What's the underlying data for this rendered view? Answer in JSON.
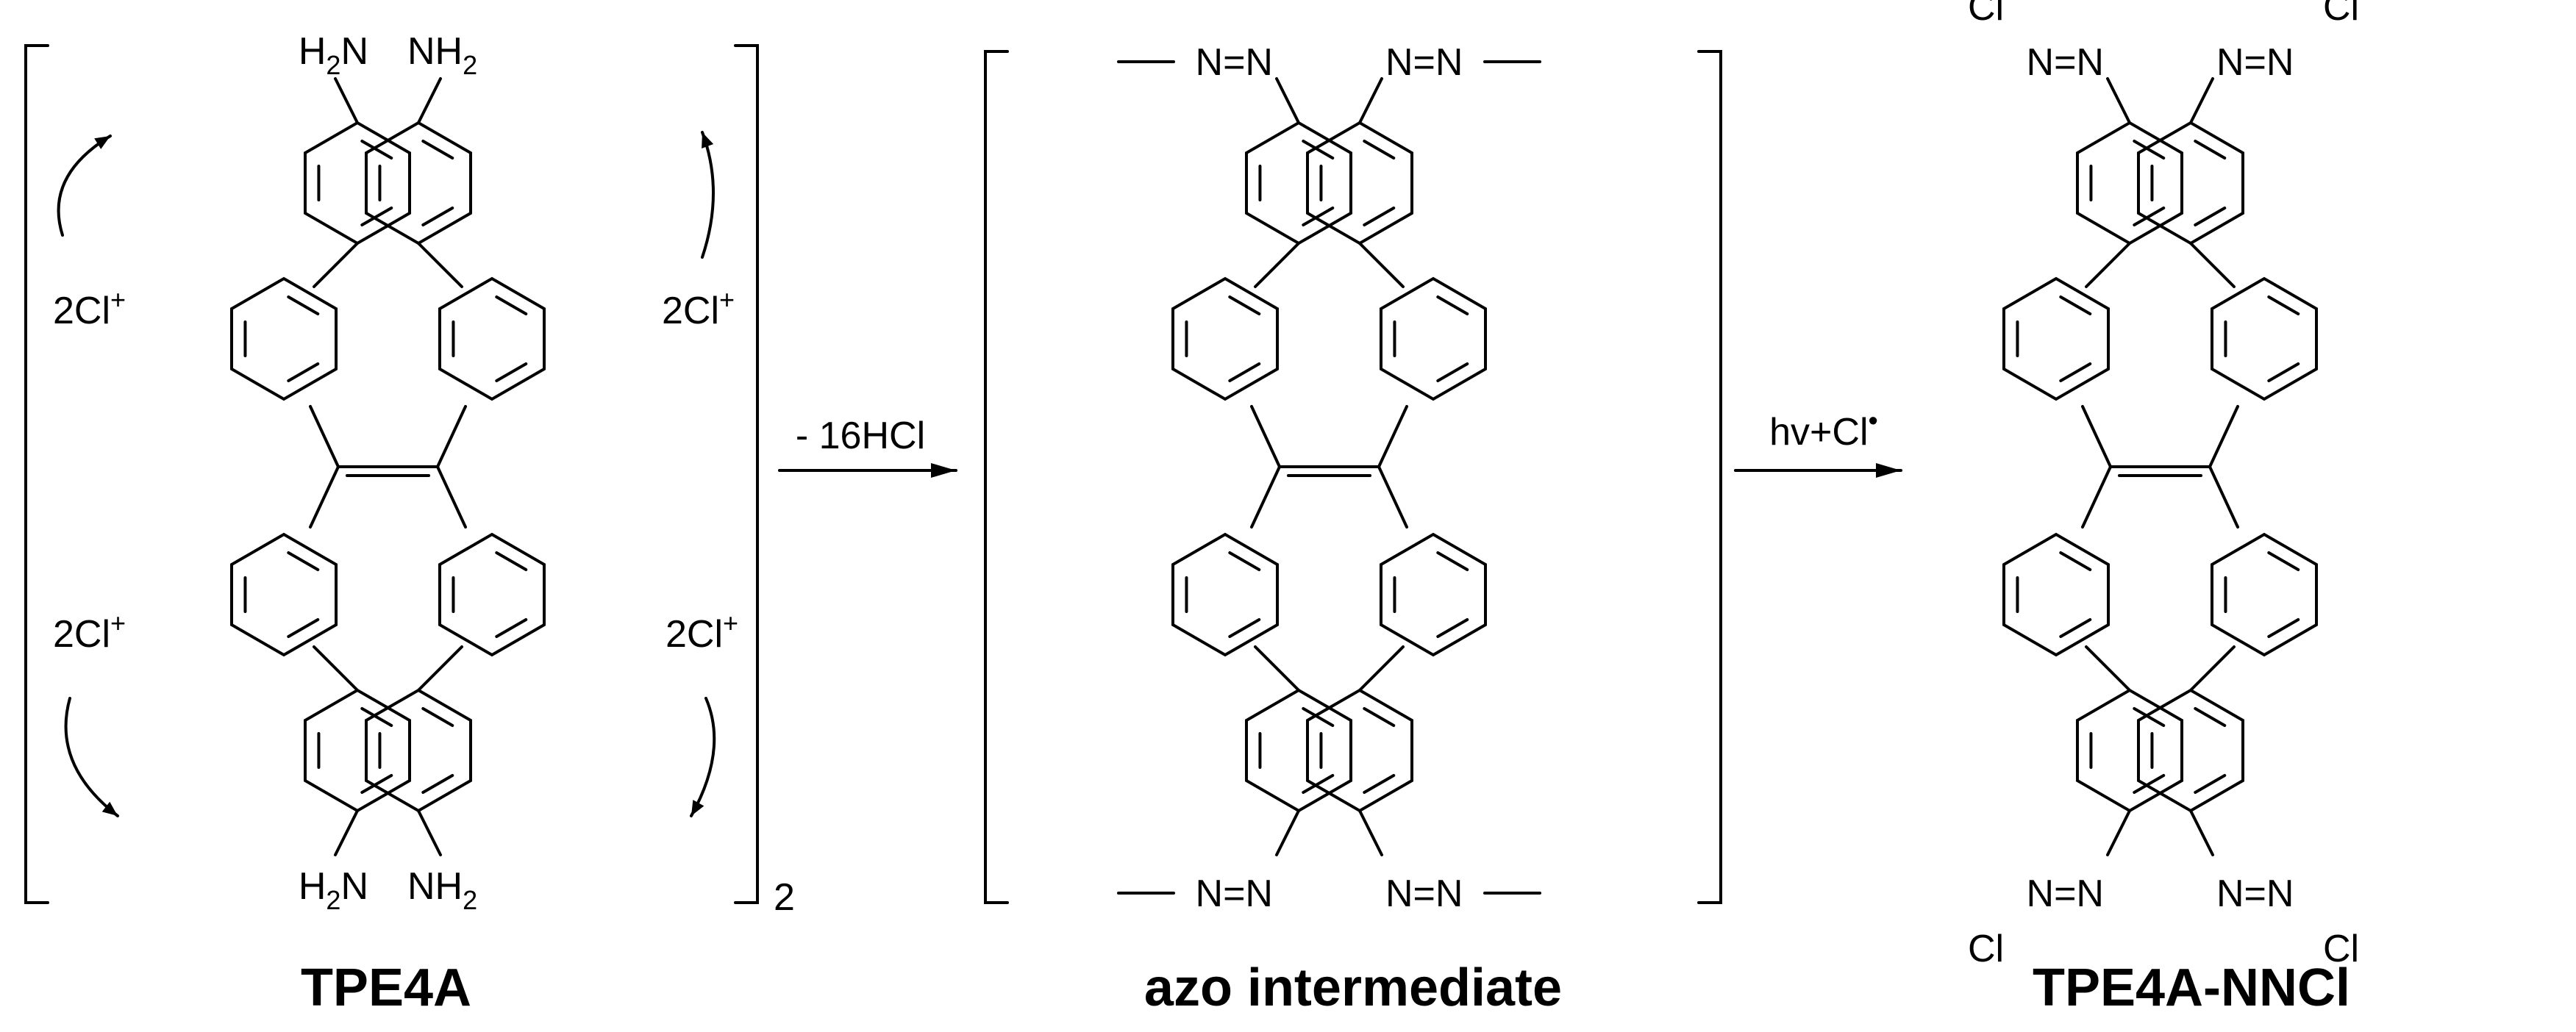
{
  "molecules": {
    "tpe4a": {
      "name": "TPE4A"
    },
    "azo": {
      "name": "azo intermediate"
    },
    "tpe4a_nncl": {
      "name": "TPE4A-NNCl"
    }
  },
  "amine": {
    "base": "H",
    "sub": "2",
    "atom": "N"
  },
  "amine_right": {
    "atom": "NH",
    "sub": "2"
  },
  "reagent": {
    "base": "2Cl",
    "sup": "+"
  },
  "repeat": {
    "subscript": "2"
  },
  "azo_group": {
    "text": "N=N"
  },
  "chlorine": {
    "text": "Cl"
  },
  "steps": [
    {
      "label": "- 16HCl"
    },
    {
      "label": "hv+Cl",
      "sup": "•"
    }
  ]
}
